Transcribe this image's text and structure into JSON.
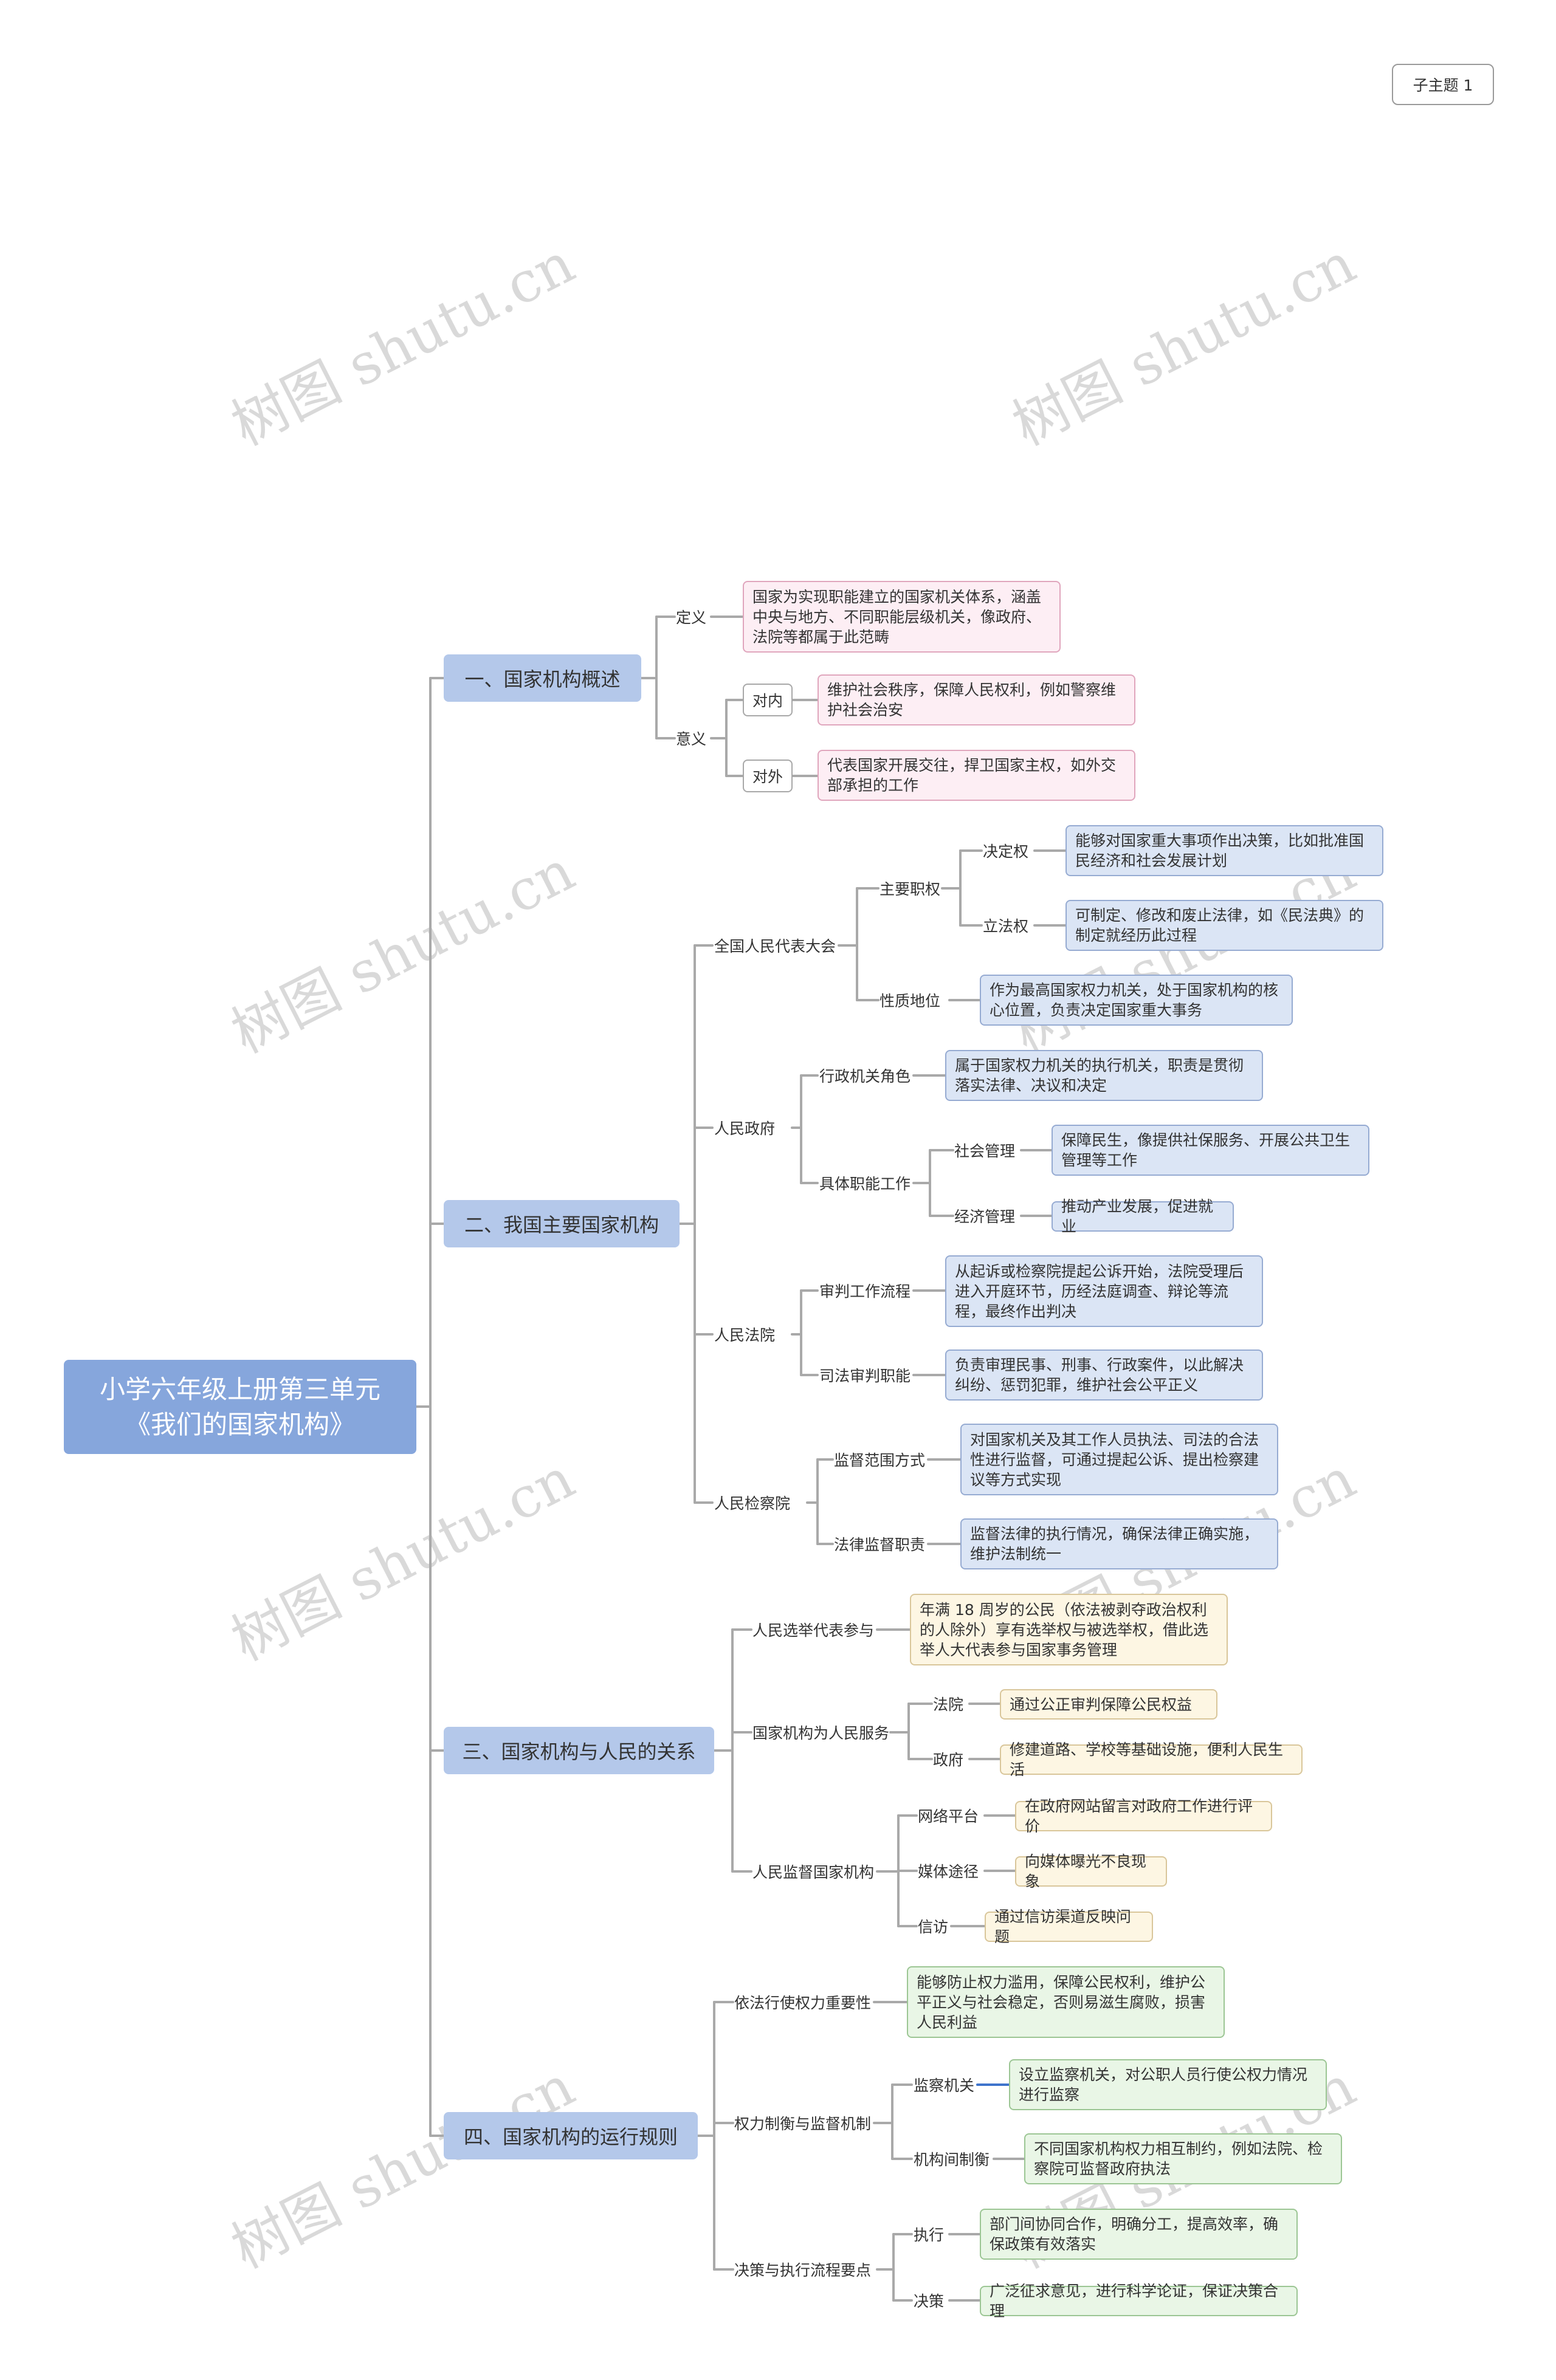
{
  "subtopic_label": "子主题 1",
  "watermark": "树图 shutu.cn",
  "root": {
    "line1": "小学六年级上册第三单元",
    "line2": "《我们的国家机构》"
  },
  "s1": {
    "title": "一、国家机构概述",
    "def_label": "定义",
    "def_text": "国家为实现职能建立的国家机关体系，涵盖中央与地方、不同职能层级机关，像政府、法院等都属于此范畴",
    "meaning_label": "意义",
    "inner_label": "对内",
    "inner_text": "维护社会秩序，保障人民权利，例如警察维护社会治安",
    "outer_label": "对外",
    "outer_text": "代表国家开展交往，捍卫国家主权，如外交部承担的工作"
  },
  "s2": {
    "title": "二、我国主要国家机构",
    "npc": {
      "label": "全国人民代表大会",
      "powers_label": "主要职权",
      "decide_label": "决定权",
      "decide_text": "能够对国家重大事项作出决策，比如批准国民经济和社会发展计划",
      "legis_label": "立法权",
      "legis_text": "可制定、修改和废止法律，如《民法典》的制定就经历此过程",
      "nature_label": "性质地位",
      "nature_text": "作为最高国家权力机关，处于国家机构的核心位置，负责决定国家重大事务"
    },
    "gov": {
      "label": "人民政府",
      "role_label": "行政机关角色",
      "role_text": "属于国家权力机关的执行机关，职责是贯彻落实法律、决议和决定",
      "work_label": "具体职能工作",
      "social_label": "社会管理",
      "social_text": "保障民生，像提供社保服务、开展公共卫生管理等工作",
      "econ_label": "经济管理",
      "econ_text": "推动产业发展，促进就业"
    },
    "court": {
      "label": "人民法院",
      "flow_label": "审判工作流程",
      "flow_text": "从起诉或检察院提起公诉开始，法院受理后进入开庭环节，历经法庭调查、辩论等流程，最终作出判决",
      "duty_label": "司法审判职能",
      "duty_text": "负责审理民事、刑事、行政案件，以此解决纠纷、惩罚犯罪，维护社会公平正义"
    },
    "proc": {
      "label": "人民检察院",
      "scope_label": "监督范围方式",
      "scope_text": "对国家机关及其工作人员执法、司法的合法性进行监督，可通过提起公诉、提出检察建议等方式实现",
      "duty_label": "法律监督职责",
      "duty_text": "监督法律的执行情况，确保法律正确实施，维护法制统一"
    }
  },
  "s3": {
    "title": "三、国家机构与人民的关系",
    "elect_label": "人民选举代表参与",
    "elect_text": "年满 18 周岁的公民（依法被剥夺政治权利的人除外）享有选举权与被选举权，借此选举人大代表参与国家事务管理",
    "serve_label": "国家机构为人民服务",
    "court_label": "法院",
    "court_text": "通过公正审判保障公民权益",
    "gov_label": "政府",
    "gov_text": "修建道路、学校等基础设施，便利人民生活",
    "sup_label": "人民监督国家机构",
    "net_label": "网络平台",
    "net_text": "在政府网站留言对政府工作进行评价",
    "media_label": "媒体途径",
    "media_text": "向媒体曝光不良现象",
    "visit_label": "信访",
    "visit_text": "通过信访渠道反映问题"
  },
  "s4": {
    "title": "四、国家机构的运行规则",
    "law_label": "依法行使权力重要性",
    "law_text": "能够防止权力滥用，保障公民权利，维护公平正义与社会稳定，否则易滋生腐败，损害人民利益",
    "check_label": "权力制衡与监督机制",
    "sup_label": "监察机关",
    "sup_text": "设立监察机关，对公职人员行使公权力情况进行监察",
    "inter_label": "机构间制衡",
    "inter_text": "不同国家机构权力相互制约，例如法院、检察院可监督政府执法",
    "dec_label": "决策与执行流程要点",
    "exec_label": "执行",
    "exec_text": "部门间协同合作，明确分工，提高效率，确保政策有效落实",
    "decide_label": "决策",
    "decide_text": "广泛征求意见，进行科学论证，保证决策合理"
  }
}
